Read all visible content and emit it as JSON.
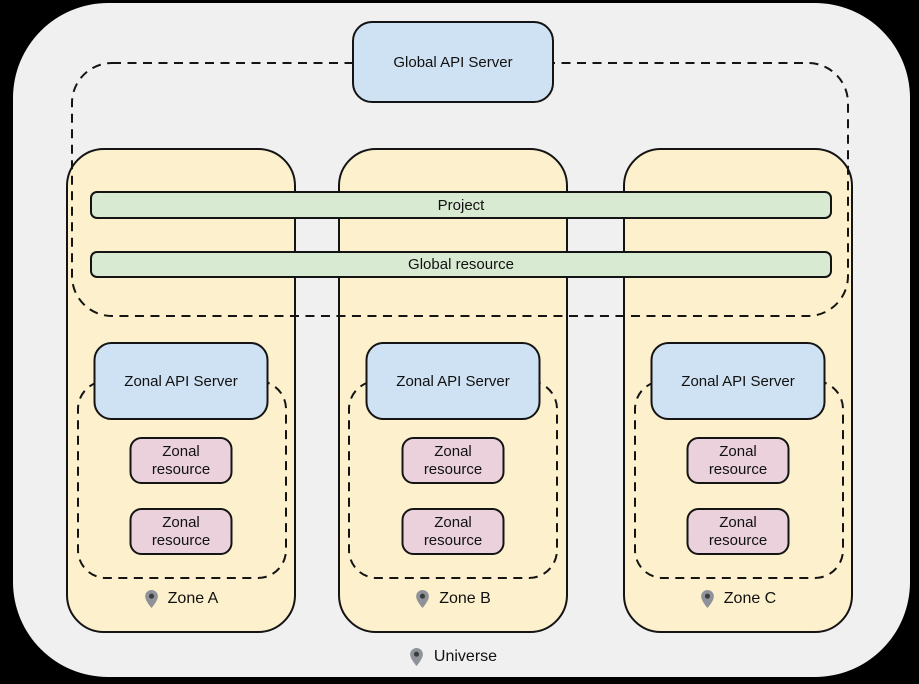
{
  "diagram": {
    "global_api_server": {
      "label": "Global API Server"
    },
    "bars": {
      "project": "Project",
      "global_resource": "Global resource"
    },
    "zones": [
      {
        "name": "Zone A",
        "api_server_label": "Zonal API Server",
        "resources": [
          "Zonal resource",
          "Zonal resource"
        ]
      },
      {
        "name": "Zone B",
        "api_server_label": "Zonal API Server",
        "resources": [
          "Zonal resource",
          "Zonal resource"
        ]
      },
      {
        "name": "Zone C",
        "api_server_label": "Zonal API Server",
        "resources": [
          "Zonal resource",
          "Zonal resource"
        ]
      }
    ],
    "universe": {
      "label": "Universe"
    },
    "colors": {
      "page_background": "#000000",
      "canvas": "#f0f0f1",
      "zone_fill": "#fdf0cc",
      "api_server_fill": "#cfe2f3",
      "bar_fill": "#d9ead3",
      "resource_fill": "#ead1dc",
      "stroke": "#141414",
      "pin_gray": "#8f9399",
      "pin_dot": "#3a3d40"
    }
  }
}
